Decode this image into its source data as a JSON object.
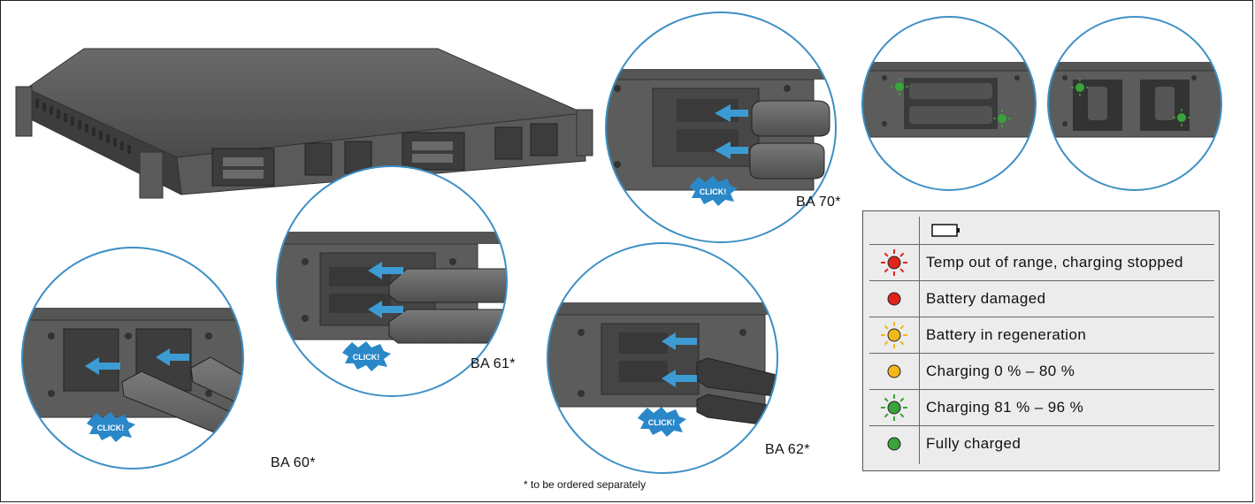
{
  "labels": {
    "ba70": "BA 70*",
    "ba61": "BA 61*",
    "ba62": "BA 62*",
    "ba60": "BA 60*",
    "click": "CLICK!",
    "footnote": "* to be ordered separately"
  },
  "legend": {
    "header_icon": "battery-icon",
    "rows": [
      {
        "icon": "led-blinking-red-icon",
        "color": "#e0251b",
        "blinking": true,
        "label": "Temp out of range, charging stopped"
      },
      {
        "icon": "led-red-icon",
        "color": "#e0251b",
        "blinking": false,
        "label": "Battery damaged"
      },
      {
        "icon": "led-blinking-yellow-icon",
        "color": "#f3b71c",
        "blinking": true,
        "label": "Battery in regeneration"
      },
      {
        "icon": "led-yellow-icon",
        "color": "#f3b71c",
        "blinking": false,
        "label": "Charging 0 % – 80 %"
      },
      {
        "icon": "led-blinking-green-icon",
        "color": "#3aa339",
        "blinking": true,
        "label": "Charging 81 % – 96 %"
      },
      {
        "icon": "led-green-icon",
        "color": "#3aa339",
        "blinking": false,
        "label": "Fully charged"
      }
    ]
  },
  "colors": {
    "accent_blue": "#3d9bd3",
    "circle_outline": "#3d8fc4",
    "device_dark": "#4a4a4a"
  }
}
